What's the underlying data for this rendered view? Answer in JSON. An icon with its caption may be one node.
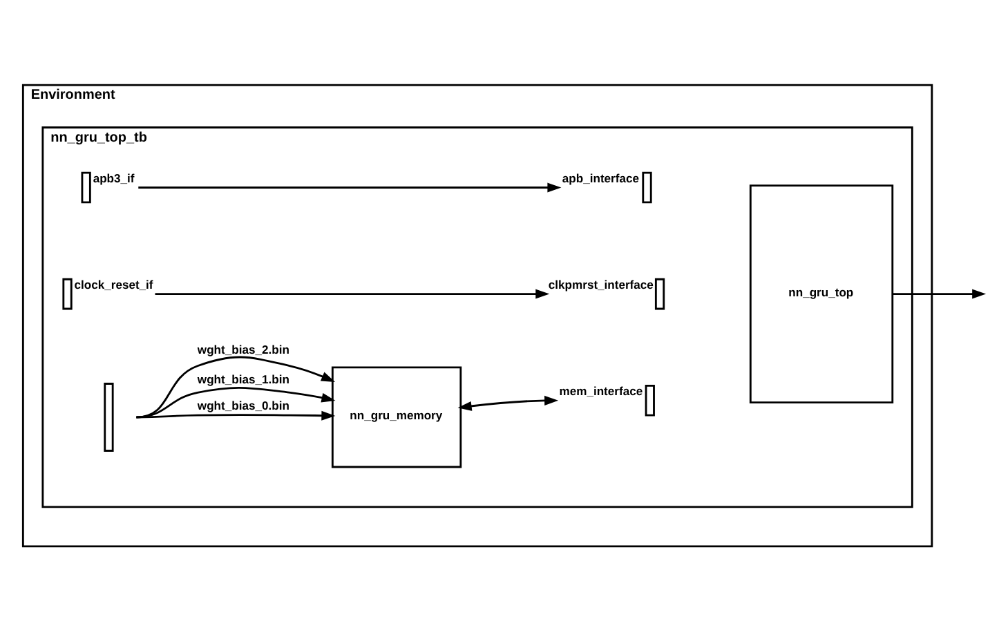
{
  "diagram": {
    "nodes": [
      {
        "text": [
          "Environment"
        ]
      },
      {
        "text": [
          "nn_gru_top_tb"
        ],
        "in": 0
      },
      {
        "text": [],
        "shape": "box",
        "beside": [
          "apb3_if"
        ],
        "in": 1
      },
      {
        "text": [],
        "shape": "box",
        "beside": [
          "clock_reset_if"
        ],
        "in": 1
      },
      {
        "text": [],
        "shape": "box",
        "in": 1
      },
      {
        "text": [
          "nn_gru_memory"
        ],
        "in": 1
      },
      {
        "text": [
          "nn_gru_top"
        ],
        "in": 1
      },
      {
        "text": [],
        "shape": "box",
        "beside": [
          "apb_interface"
        ],
        "in": 1
      },
      {
        "text": [],
        "shape": "box",
        "beside": [
          "clkpmrst_interface"
        ],
        "in": 1
      },
      {
        "text": [],
        "shape": "box",
        "beside": [
          "mem_interface"
        ],
        "in": 1
      }
    ],
    "edges": [
      {
        "from": 2,
        "to": 7,
        "arrow": "to"
      },
      {
        "from": 3,
        "to": 8,
        "arrow": "to"
      },
      {
        "from": 4,
        "to": 5,
        "arrow": "to",
        "label": "wght_bias_0.bin"
      },
      {
        "from": 4,
        "to": 5,
        "arrow": "to",
        "label": "wght_bias_1.bin"
      },
      {
        "from": 4,
        "to": 5,
        "arrow": "to",
        "label": "wght_bias_2.bin"
      },
      {
        "from": 5,
        "to": 9,
        "arrow": "both"
      },
      {
        "from": 6,
        "to": null,
        "arrow": "to"
      }
    ]
  }
}
